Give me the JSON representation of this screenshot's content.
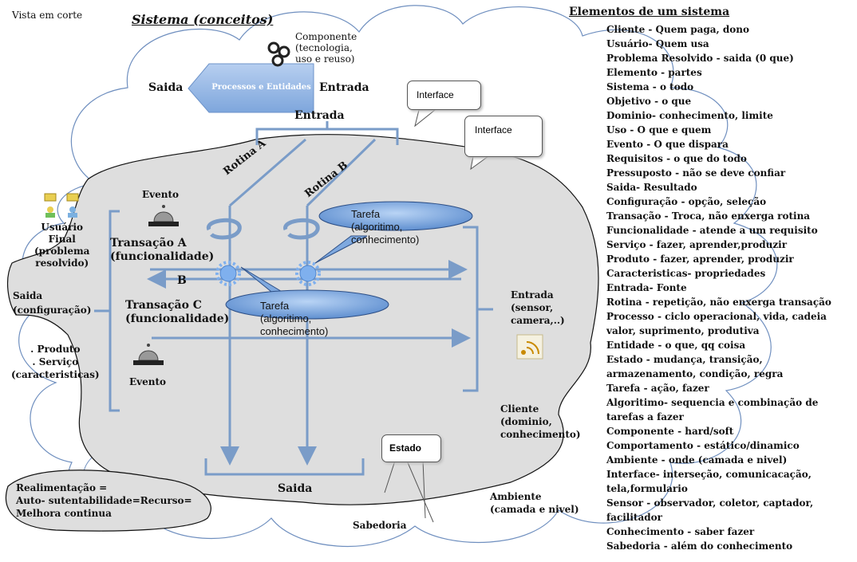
{
  "header": {
    "view_label": "Vista em corte",
    "title": "Sistema (conceitos)",
    "elements_heading": "Elementos de um sistema"
  },
  "component": {
    "label": "Componente\n(tecnologia,\nuso e reuso)"
  },
  "process_arrow": {
    "label": "Processos e Entidades",
    "left_label": "Saida",
    "right_label": "Entrada"
  },
  "interfaces": [
    "Interface",
    "Interface"
  ],
  "core": {
    "entrada_top": "Entrada",
    "rotina_a": "Rotina A",
    "rotina_b": "Rotina B",
    "evento_top": "Evento",
    "evento_bottom": "Evento",
    "transacao_a": "Transação A\n(funcionalidade)",
    "transacao_b": "B",
    "transacao_c": "Transação C\n(funcionalidade)",
    "tarefa_1": "Tarefa\n(algoritimo,\nconhecimento)",
    "tarefa_2": "Tarefa\n(algoritimo,\nconhecimento)",
    "saida_bottom": "Saida",
    "entrada_right": "Entrada\n(sensor,\ncamera,..)",
    "estado": "Estado"
  },
  "left_labels": {
    "usuario": "Usuário\nFinal\n(problema\nresolvido)",
    "saida_config": "Saida\n(configuração)",
    "produto": ". Produto\n. Serviço\n(caracteristicas)",
    "realimentacao": "Realimentação =\nAuto- sutentabilidade=Recurso=\nMelhora continua"
  },
  "bottom_labels": {
    "cliente": "Cliente\n(dominio,\nconhecimento)",
    "ambiente": "Ambiente\n(camada e nivel)",
    "sabedoria": "Sabedoria"
  },
  "elements": [
    "Cliente - Quem paga, dono",
    "Usuário- Quem usa",
    "Problema Resolvido - saida (0 que)",
    "Elemento - partes",
    "Sistema - o todo",
    "Objetivo - o que",
    "Dominio- conhecimento, limite",
    "Uso - O que e quem",
    "Evento - O que dispara",
    "Requisitos - o que do todo",
    "Pressuposto - não se deve confiar",
    "Saida- Resultado",
    "Configuração - opção, seleção",
    "Transação - Troca, não enxerga rotina",
    "Funcionalidade - atende a um requisito",
    "Serviço - fazer, aprender,produzir",
    "Produto - fazer, aprender, produzir",
    "Caracteristicas- propriedades",
    "Entrada- Fonte",
    "Rotina - repetição, não enxerga transação",
    "Processo - ciclo operacional, vida, cadeia\nvalor, suprimento, produtiva",
    "Entidade - o que, qq coisa",
    "Estado - mudança, transição,\narmazenamento, condição, regra",
    "Tarefa - ação, fazer",
    "Algoritimo- sequencia e combinação de\ntarefas a fazer",
    "Componente - hard/soft",
    "Comportamento - estático/dinamico",
    "Ambiente - onde (camada e nivel)",
    "Interface- interseção, comunicacação,\ntela,formulario",
    "Sensor - observador, coletor, captador,\nfacilitador",
    "Conhecimento - saber fazer",
    "Sabedoria - além do conhecimento"
  ],
  "colors": {
    "accent": "#8fb3e0",
    "arrow": "#7a9cc8",
    "core_fill": "#dedede",
    "cloud_line": "#6f8fbf"
  }
}
